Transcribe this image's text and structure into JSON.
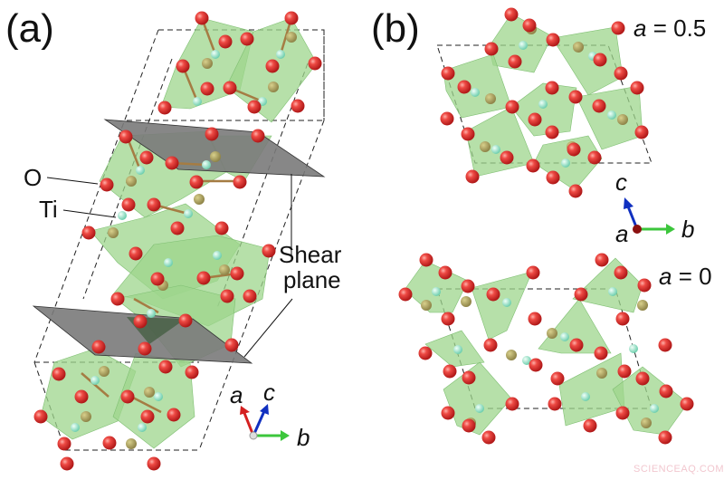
{
  "figure": {
    "panels": [
      {
        "id": "a",
        "label": "(a)"
      },
      {
        "id": "b",
        "label": "(b)"
      }
    ],
    "panel_a": {
      "labels": {
        "oxygen": "O",
        "titanium": "Ti",
        "shear_plane_line1": "Shear",
        "shear_plane_line2": "plane"
      },
      "axes": {
        "a": "a",
        "c": "c",
        "b": "b"
      },
      "shear_plane_color": "#7a7a7a"
    },
    "panel_b": {
      "top_slice_label": "a = 0.5",
      "top_slice_var": "a",
      "top_slice_value": "= 0.5",
      "bottom_slice_var": "a",
      "bottom_slice_value": "= 0",
      "axes": {
        "c": "c",
        "a": "a",
        "b": "b"
      }
    },
    "colors": {
      "oxygen": "#e23b3b",
      "titanium": "#a6ead2",
      "polyhedra": "#9ed68c",
      "back_atom": "#b5a866",
      "axis_a": "#d42020",
      "axis_b": "#3cc63c",
      "axis_c": "#1030c0"
    },
    "watermark": "SCIENCEAQ.COM"
  }
}
